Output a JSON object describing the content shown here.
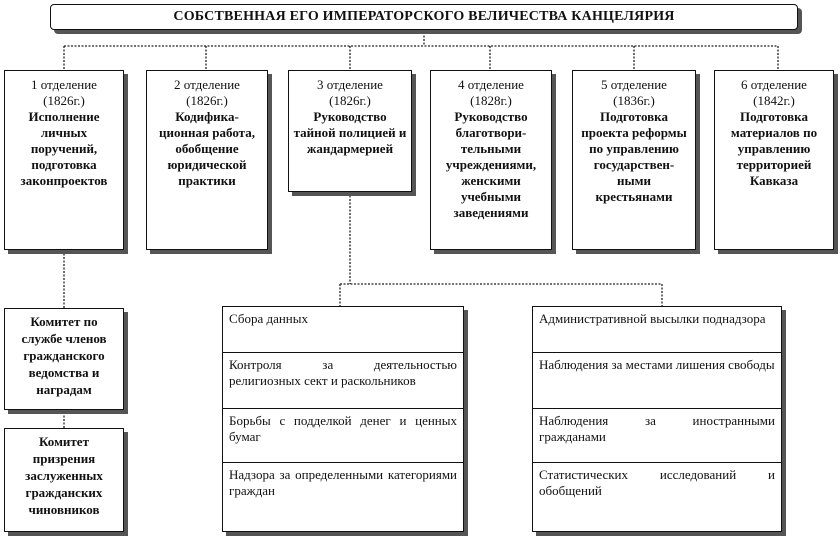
{
  "title": "СОБСТВЕННАЯ  ЕГО ИМПЕРАТОРСКОГО  ВЕЛИЧЕСТВА КАНЦЕЛЯРИЯ",
  "departments": [
    {
      "name": "1 отделение",
      "year": "(1826г.)",
      "task": "Исполнение личных поручений, подготовка законпроектов"
    },
    {
      "name": "2 отделение",
      "year": "(1826г.)",
      "task": "Кодифика-ционная работа, обобщение юридической практики"
    },
    {
      "name": "3 отделение",
      "year": "(1826г.)",
      "task": "Руководство тайной полицией и жандармерией"
    },
    {
      "name": "4 отделение",
      "year": "(1828г.)",
      "task": "Руководство благотвори-тельными учреждениями, женскими учебными заведениями"
    },
    {
      "name": "5 отделение",
      "year": "(1836г.)",
      "task": "Подготовка проекта реформы по управлению государствен-ными крестьянами"
    },
    {
      "name": "6 отделение",
      "year": "(1842г.)",
      "task": "Подготовка материалов по управлению территорией Кавказа"
    }
  ],
  "committees": [
    "Комитет по службе членов гражданского ведомства и наградам",
    "Комитет призрения заслуженных гражданских чиновников"
  ],
  "third_dept_functions_left": [
    "Сбора данных",
    "Контроля за деятельностью религиозных сект и раскольников",
    "Борьбы с подделкой денег и ценных бумаг",
    "Надзора за определенными категориями граждан"
  ],
  "third_dept_functions_right": [
    "Административной высылки поднадзора",
    "Наблюдения за местами лишения свободы",
    "Наблюдения за иностранными гражданами",
    "Статистических исследований и обобщений"
  ]
}
